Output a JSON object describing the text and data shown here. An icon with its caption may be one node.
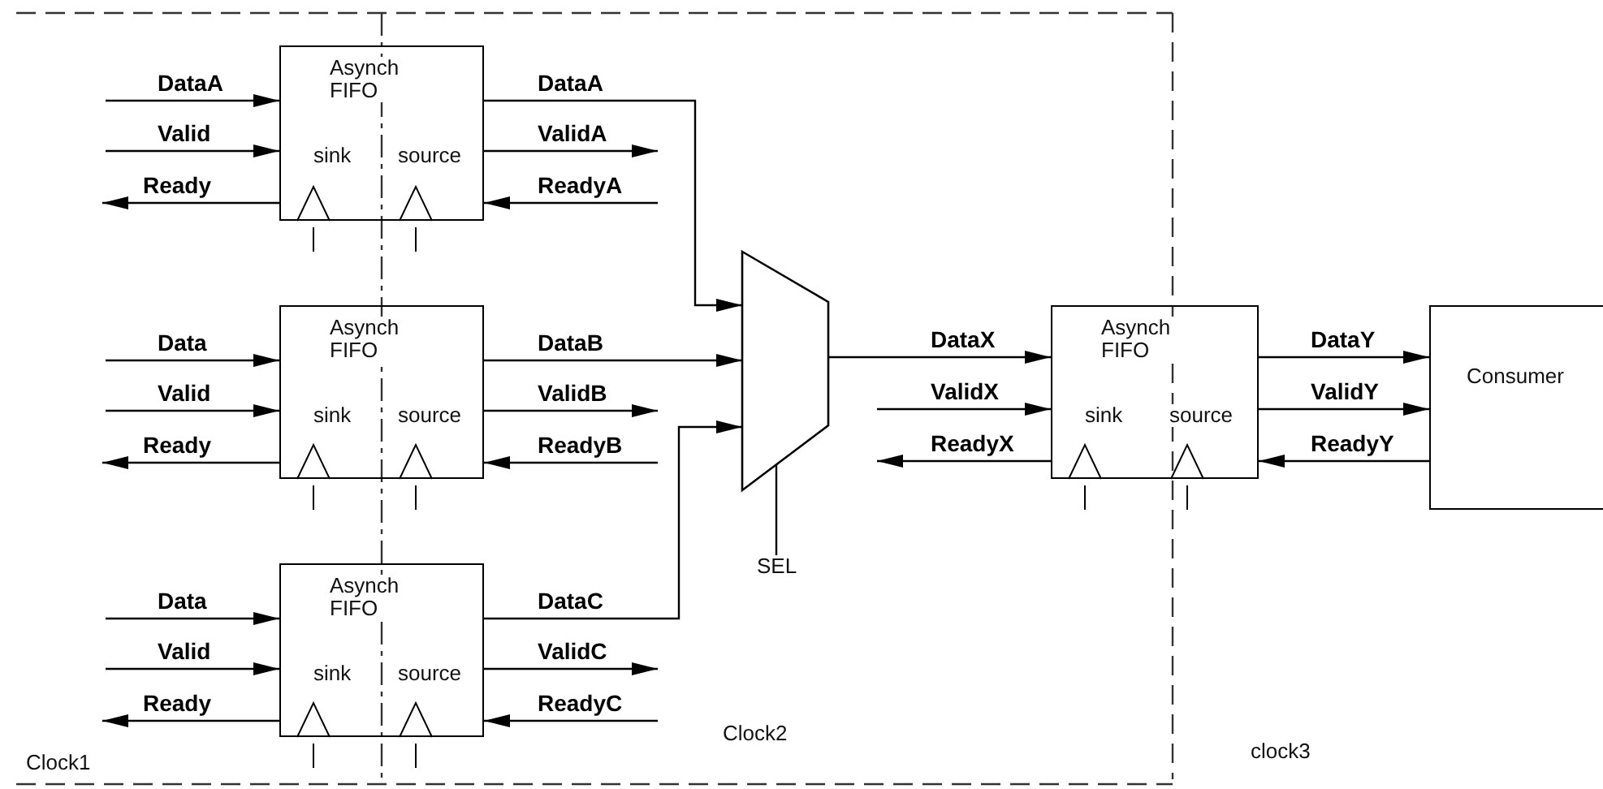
{
  "diagram": {
    "nodes": [
      {
        "text": [
          "Asynch FIFO",
          "sink",
          "source"
        ]
      },
      {
        "text": [
          "Asynch FIFO",
          "sink",
          "source"
        ]
      },
      {
        "text": [
          "Asynch FIFO",
          "sink",
          "source"
        ]
      },
      {
        "text": [],
        "shape": "trapezoid"
      },
      {
        "text": [
          "Asynch FIFO",
          "sink",
          "source"
        ]
      },
      {
        "text": [
          "Consumer"
        ]
      },
      {
        "text": [
          "SEL"
        ]
      }
    ],
    "edges": [
      {
        "from": null,
        "to": 0,
        "arrow": "to",
        "label": "DataA"
      },
      {
        "from": null,
        "to": 0,
        "arrow": "to",
        "label": "Valid"
      },
      {
        "from": 0,
        "to": null,
        "arrow": "to",
        "label": "Ready"
      },
      {
        "from": 0,
        "to": 3,
        "arrow": "to",
        "label": "DataA"
      },
      {
        "from": 0,
        "to": null,
        "arrow": "to",
        "label": "ValidA"
      },
      {
        "from": null,
        "to": 0,
        "arrow": "to",
        "label": "ReadyA"
      },
      {
        "from": null,
        "to": 1,
        "arrow": "to",
        "label": "Data"
      },
      {
        "from": null,
        "to": 1,
        "arrow": "to",
        "label": "Valid"
      },
      {
        "from": 1,
        "to": null,
        "arrow": "to",
        "label": "Ready"
      },
      {
        "from": 1,
        "to": 3,
        "arrow": "to",
        "label": "DataB"
      },
      {
        "from": 1,
        "to": null,
        "arrow": "to",
        "label": "ValidB"
      },
      {
        "from": null,
        "to": 1,
        "arrow": "to",
        "label": "ReadyB"
      },
      {
        "from": null,
        "to": 2,
        "arrow": "to",
        "label": "Data"
      },
      {
        "from": null,
        "to": 2,
        "arrow": "to",
        "label": "Valid"
      },
      {
        "from": 2,
        "to": null,
        "arrow": "to",
        "label": "Ready"
      },
      {
        "from": 2,
        "to": 3,
        "arrow": "to",
        "label": "DataC"
      },
      {
        "from": 2,
        "to": null,
        "arrow": "to",
        "label": "ValidC"
      },
      {
        "from": null,
        "to": 2,
        "arrow": "to",
        "label": "ReadyC"
      },
      {
        "from": 3,
        "to": 4,
        "arrow": "to",
        "label": "DataX"
      },
      {
        "from": null,
        "to": 4,
        "arrow": "to",
        "label": "ValidX"
      },
      {
        "from": 4,
        "to": null,
        "arrow": "to",
        "label": "ReadyX"
      },
      {
        "from": 4,
        "to": 5,
        "arrow": "to",
        "label": "DataY"
      },
      {
        "from": 4,
        "to": 5,
        "arrow": "to",
        "label": "ValidY"
      },
      {
        "from": 5,
        "to": 4,
        "arrow": "to",
        "label": "ReadyY"
      },
      {
        "from": 6,
        "to": 3,
        "arrow": "none"
      }
    ],
    "labels": [
      "Clock1",
      "Clock2",
      "clock3"
    ]
  }
}
